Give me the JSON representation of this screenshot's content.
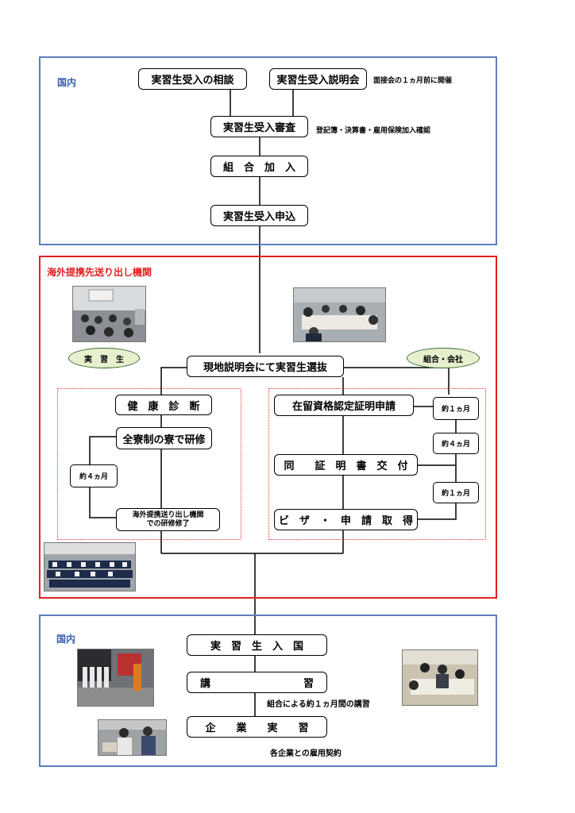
{
  "colors": {
    "domestic_border": "#5b7fbf",
    "overseas_border": "#e02020",
    "dotted_border": "#e03030",
    "oval_fill": "#e6f0cf",
    "label_blue": "#3a5fb0",
    "label_red": "#e02020"
  },
  "domestic_top": {
    "label": "国内",
    "consult": "実習生受入の相談",
    "briefing": "実習生受入説明会",
    "briefing_note": "面接会の１ヵ月前に開催",
    "review": "実習生受入審査",
    "review_note": "登記簿・決算書・雇用保険加入確認",
    "join": "組　合　加　入",
    "apply": "実習生受入申込"
  },
  "overseas": {
    "label": "海外提携先送り出し機関",
    "trainee_oval": "実　習　生",
    "company_oval": "組合・会社",
    "selection": "現地説明会にて実習生選抜",
    "health": "健　康　診　断",
    "dorm_training": "全寮制の寮で研修",
    "duration_4m_left": "約４ヵ月",
    "training_done_line1": "海外提携送り出し機関",
    "training_done_line2": "での研修修了",
    "residence_cert": "在留資格認定証明申請",
    "duration_1m_a": "約１ヵ月",
    "duration_4m_right": "約４ヵ月",
    "cert_issued": "同　　証　明　書　交　付",
    "duration_1m_b": "約１ヵ月",
    "visa": "ビ　ザ　・　申　請　取　得"
  },
  "domestic_bottom": {
    "label": "国内",
    "entry": "実　習　生　入　国",
    "lecture": "講　　　　　　　　　習",
    "lecture_note": "組合による約１ヵ月間の講習",
    "company_training": "企　　業　　実　　習",
    "contract_note": "各企業との雇用契約"
  }
}
